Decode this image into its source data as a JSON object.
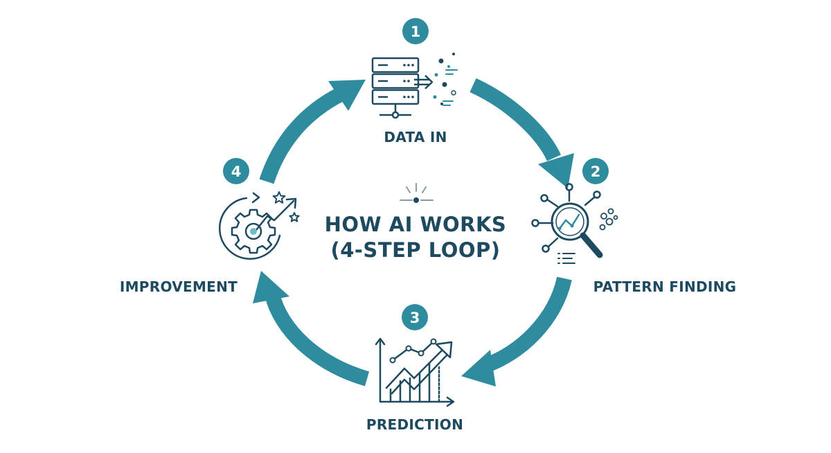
{
  "title": {
    "line1": "HOW AI WORKS",
    "line2": "(4-STEP LOOP)"
  },
  "steps": [
    {
      "number": "1",
      "label": "DATA IN",
      "icon": "server-data-icon"
    },
    {
      "number": "2",
      "label": "PATTERN FINDING",
      "icon": "magnifier-network-icon"
    },
    {
      "number": "3",
      "label": "PREDICTION",
      "icon": "rising-chart-icon"
    },
    {
      "number": "4",
      "label": "IMPROVEMENT",
      "icon": "gear-target-icon"
    }
  ],
  "colors": {
    "accent": "#2e8c9e",
    "text": "#1d4a5e",
    "badge_text": "#ffffff",
    "light_accent": "#6fbccb"
  }
}
